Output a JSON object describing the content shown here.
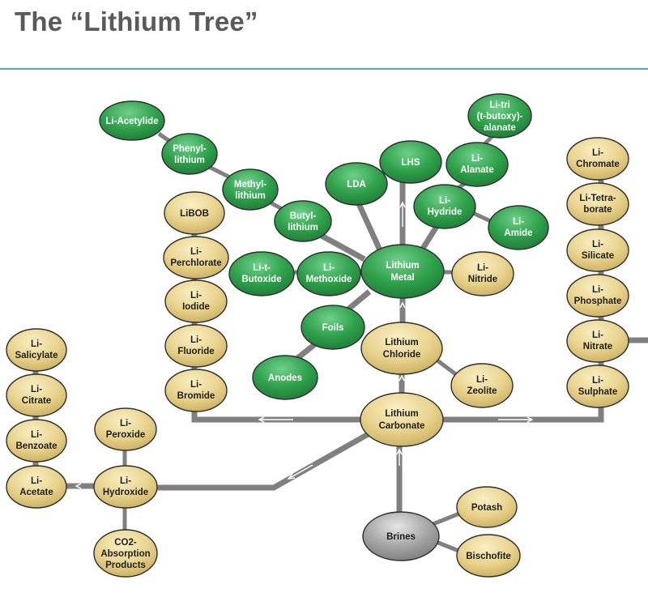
{
  "page": {
    "title": "The “Lithium Tree”"
  },
  "colors": {
    "green": "#2fa14b",
    "tan": "#e9d48e",
    "grey": "#a6a6a6",
    "connector": "#808080",
    "divider": "#5aa3c8"
  },
  "nodes": {
    "li_acetylide": [
      "Li-Acetylide"
    ],
    "phenyl_lithium": [
      "Phenyl-",
      "lithium"
    ],
    "methyl_lithium": [
      "Methyl-",
      "lithium"
    ],
    "butyl_lithium": [
      "Butyl-",
      "lithium"
    ],
    "li_tri": [
      "Li-tri",
      "(t-butoxy)-",
      "alanate"
    ],
    "lhs": [
      "LHS"
    ],
    "lda": [
      "LDA"
    ],
    "li_alanate": [
      "Li-",
      "Alanate"
    ],
    "li_hydride": [
      "Li-",
      "Hydride"
    ],
    "li_amide": [
      "Li-",
      "Amide"
    ],
    "li_t_butoxide": [
      "Li-t-",
      "Butoxide"
    ],
    "li_methoxide": [
      "Li-",
      "Methoxide"
    ],
    "lithium_metal": [
      "Lithium",
      "Metal"
    ],
    "li_nitride": [
      "Li-",
      "Nitride"
    ],
    "foils": [
      "Foils"
    ],
    "anodes": [
      "Anodes"
    ],
    "lithium_chloride": [
      "Lithium",
      "Chloride"
    ],
    "li_zeolite": [
      "Li-",
      "Zeolite"
    ],
    "lithium_carbonate": [
      "Lithium",
      "Carbonate"
    ],
    "libob": [
      "LiBOB"
    ],
    "li_perchlorate": [
      "Li-",
      "Perchlorate"
    ],
    "li_iodide": [
      "Li-",
      "Iodide"
    ],
    "li_fluoride": [
      "Li-",
      "Fluoride"
    ],
    "li_bromide": [
      "Li-",
      "Bromide"
    ],
    "li_chromate": [
      "Li-",
      "Chromate"
    ],
    "li_tetraborate": [
      "Li-Tetra-",
      "borate"
    ],
    "li_silicate": [
      "Li-",
      "Silicate"
    ],
    "li_phosphate": [
      "Li-",
      "Phosphate"
    ],
    "li_nitrate": [
      "Li-",
      "Nitrate"
    ],
    "li_sulphate": [
      "Li-",
      "Sulphate"
    ],
    "li_salicylate": [
      "Li-",
      "Salicylate"
    ],
    "li_citrate": [
      "Li-",
      "Citrate"
    ],
    "li_benzoate": [
      "Li-",
      "Benzoate"
    ],
    "li_acetate": [
      "Li-",
      "Acetate"
    ],
    "li_peroxide": [
      "Li-",
      "Peroxide"
    ],
    "li_hydroxide": [
      "Li-",
      "Hydroxide"
    ],
    "co2_absorption": [
      "CO2-",
      "Absorption",
      "Products"
    ],
    "brines": [
      "Brines"
    ],
    "potash": [
      "Potash"
    ],
    "bischofite": [
      "Bischofite"
    ]
  }
}
